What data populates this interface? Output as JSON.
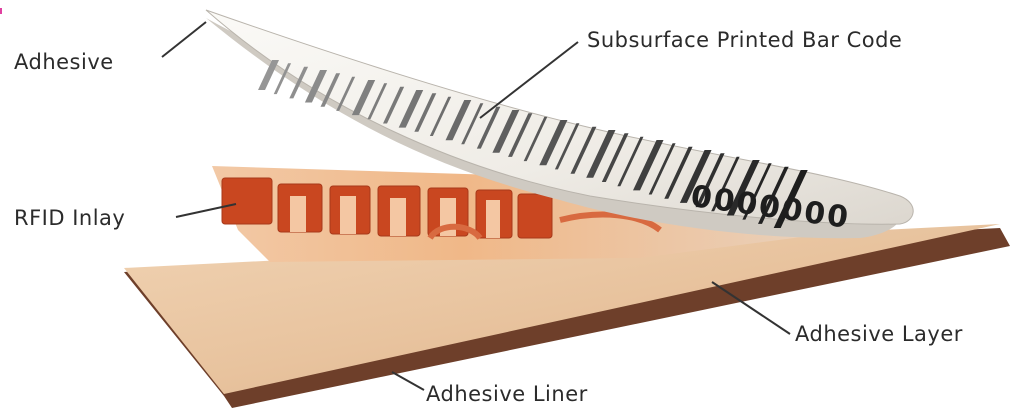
{
  "labels": {
    "adhesive": "Adhesive",
    "barcode": "Subsurface Printed Bar Code",
    "rfid": "RFID Inlay",
    "adhesive_layer": "Adhesive Layer",
    "adhesive_liner": "Adhesive Liner"
  },
  "barcode_digits": "0000000",
  "colors": {
    "liner_top": "#e6c3a0",
    "liner_edge": "#6e3f2a",
    "inlay_orange": "#d9582b",
    "barcode_bar": "#222222",
    "label_face": "#f4f2ee",
    "accent_mark": "#e040a0"
  }
}
